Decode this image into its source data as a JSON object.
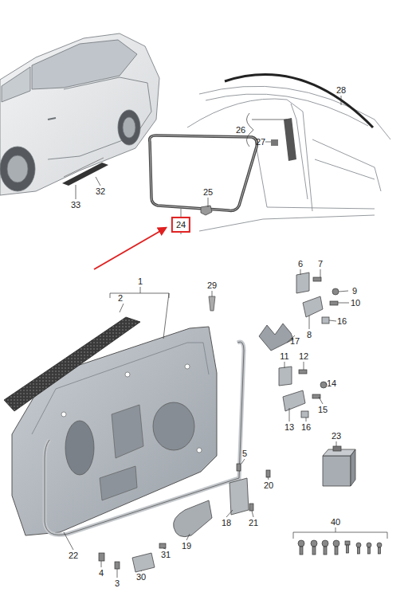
{
  "diagram": {
    "nodes": [
      {
        "text": [
          "24"
        ]
      }
    ],
    "edges": [],
    "labels": [
      "28",
      "26",
      "27",
      "32",
      "33",
      "25",
      "1",
      "2",
      "29",
      "6",
      "7",
      "9",
      "10",
      "8",
      "16",
      "17",
      "11",
      "12",
      "14",
      "13",
      "16",
      "15",
      "23",
      "5",
      "20",
      "18",
      "21",
      "19",
      "22",
      "4",
      "3",
      "30",
      "31",
      "40"
    ]
  }
}
